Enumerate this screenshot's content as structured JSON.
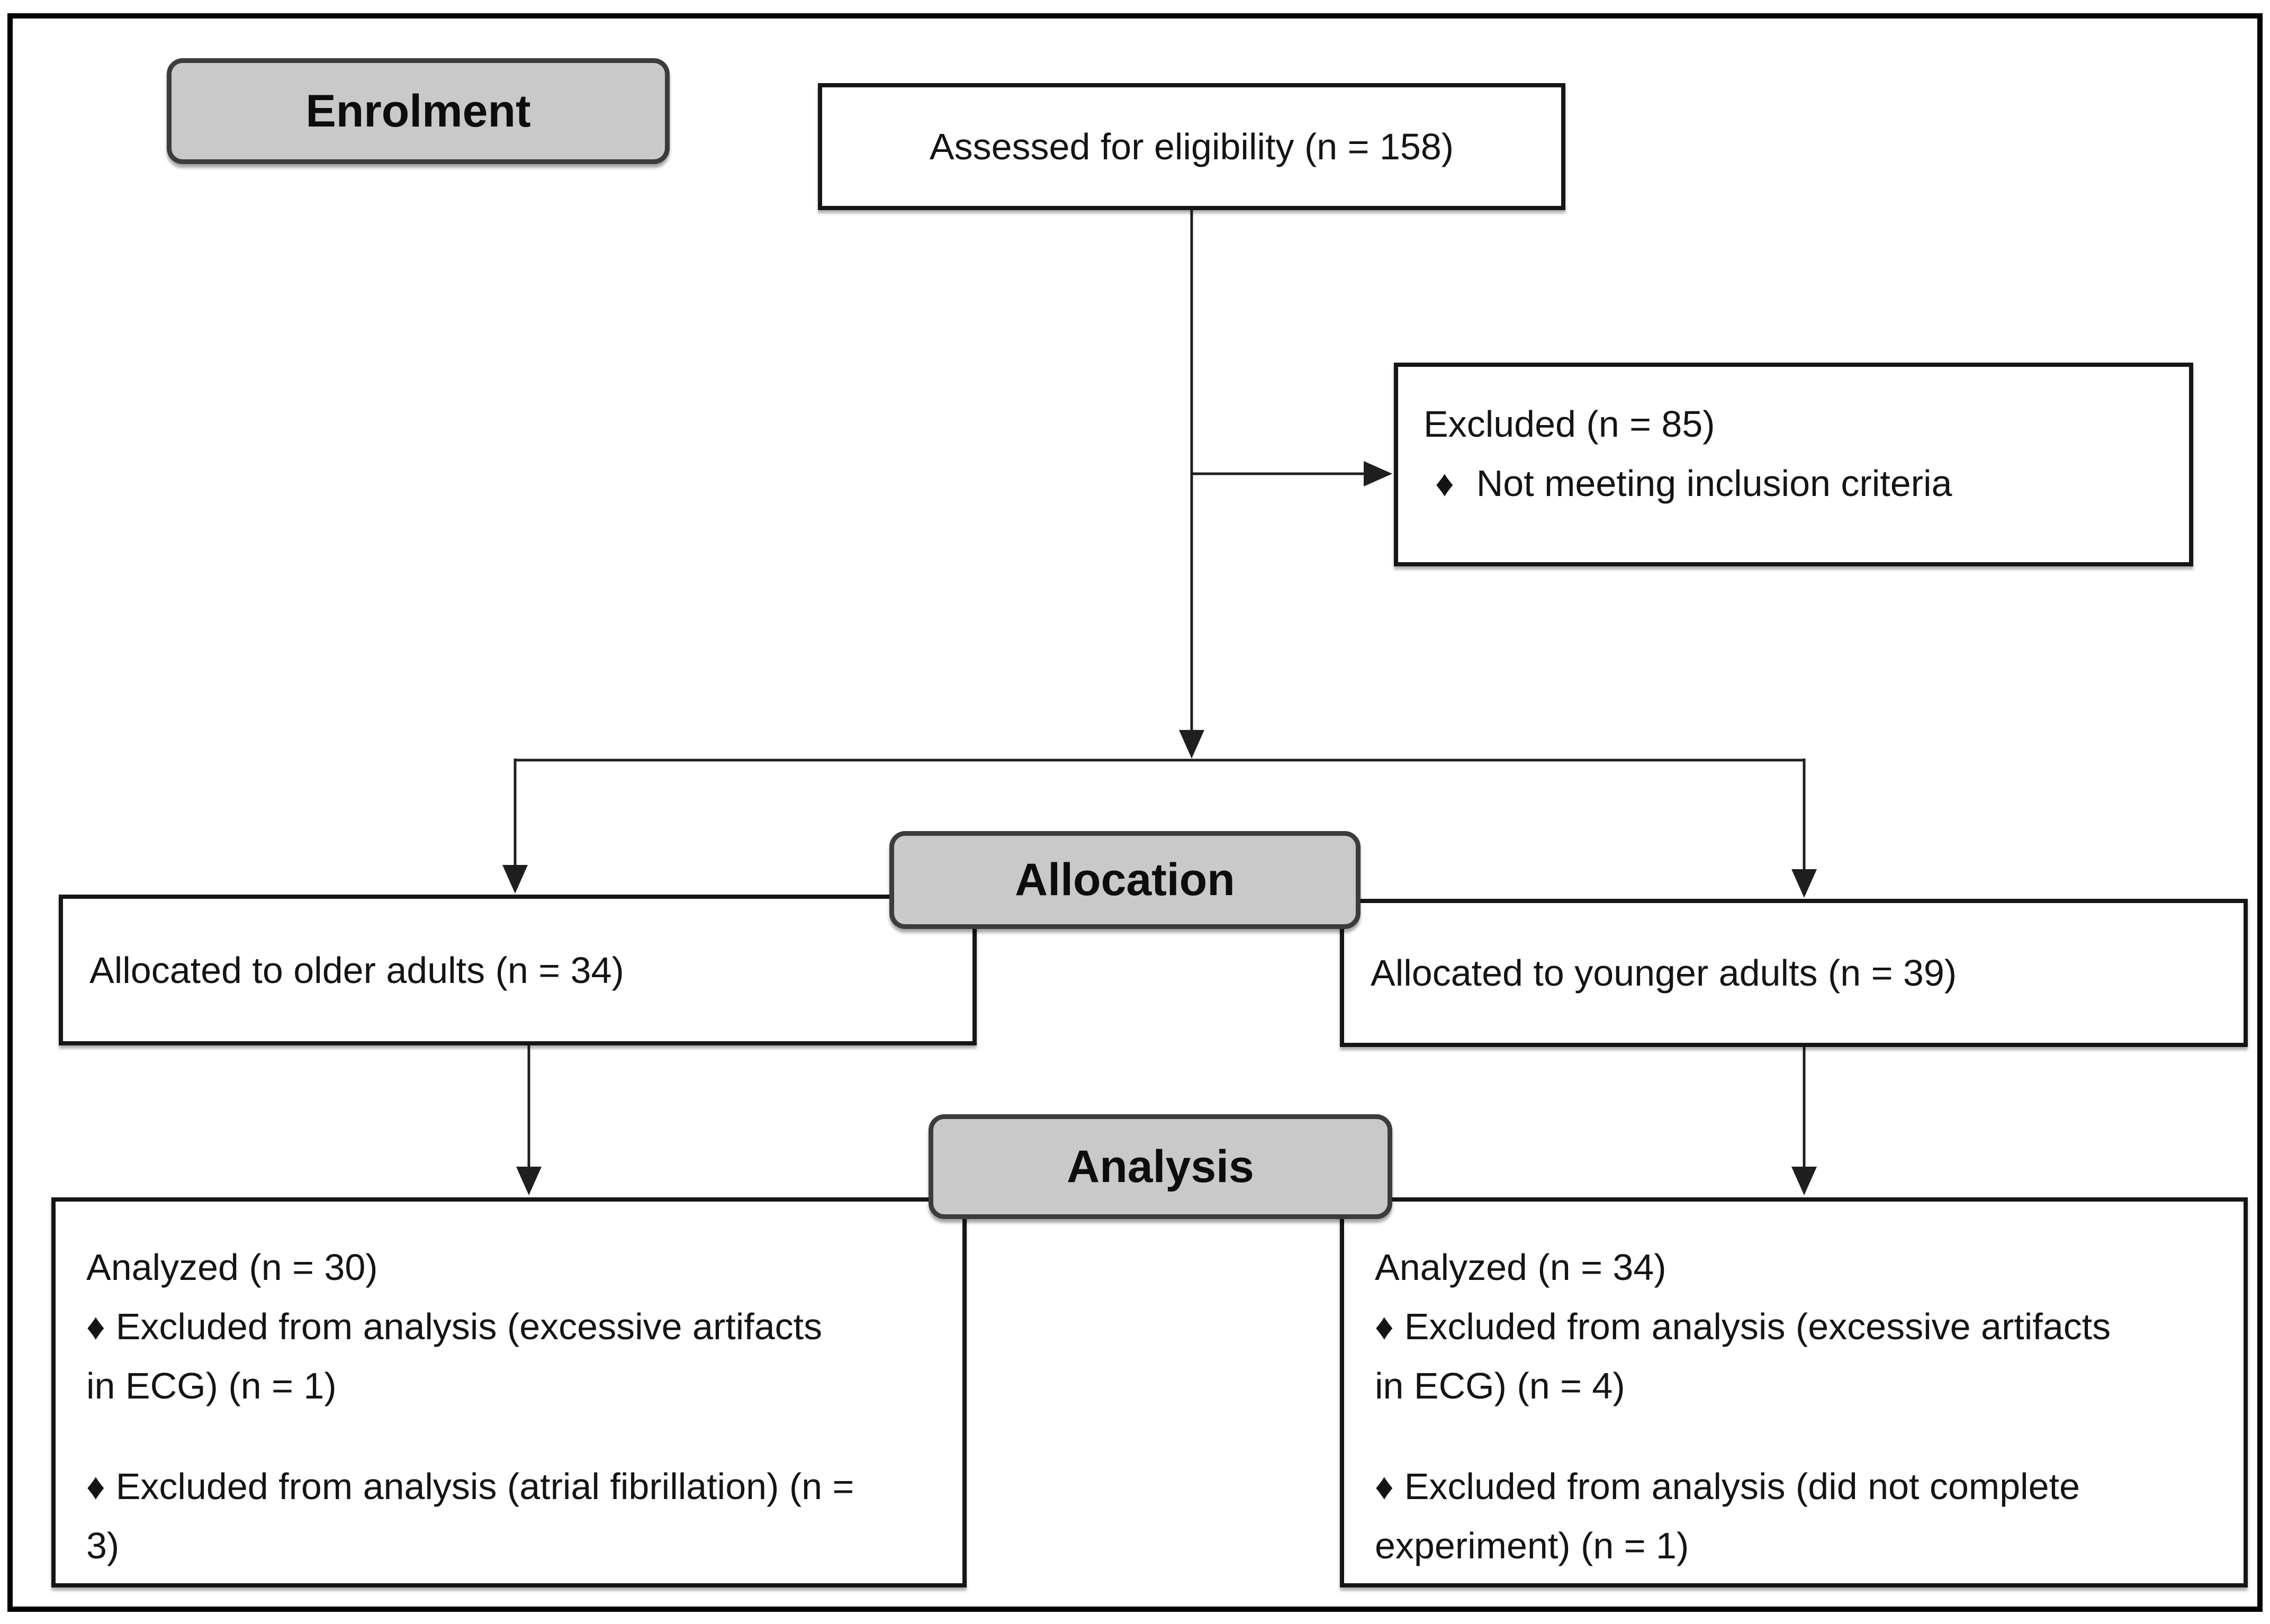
{
  "stages": {
    "enrolment": "Enrolment",
    "allocation": "Allocation",
    "analysis": "Analysis"
  },
  "boxes": {
    "assessed": {
      "text": "Assessed for eligibility (n = 158)"
    },
    "excluded": {
      "title": "Excluded (n = 85)",
      "bullet": "Not meeting inclusion criteria"
    },
    "allocated_older": {
      "text": "Allocated to older adults (n = 34)"
    },
    "allocated_younger": {
      "text": "Allocated to younger adults (n = 39)"
    },
    "analyzed_older": {
      "title": "Analyzed (n = 30)",
      "bullets": [
        "Excluded from analysis (excessive artifacts\nin ECG) (n = 1)",
        "Excluded from analysis (atrial fibrillation) (n =\n3)"
      ]
    },
    "analyzed_younger": {
      "title": "Analyzed (n = 34)",
      "bullets": [
        "Excluded from analysis (excessive artifacts\nin ECG) (n = 4)",
        "Excluded from analysis (did not complete\nexperiment) (n = 1)"
      ]
    }
  },
  "icons": {
    "diamond_bullet": "♦"
  },
  "colors": {
    "background": "#ffffff",
    "frame_border": "#000000",
    "stage_fill": "#c9c9c9",
    "stage_border": "#3c3c3c",
    "box_border": "#161616",
    "connector": "#1f1f1f",
    "text": "#141414"
  }
}
